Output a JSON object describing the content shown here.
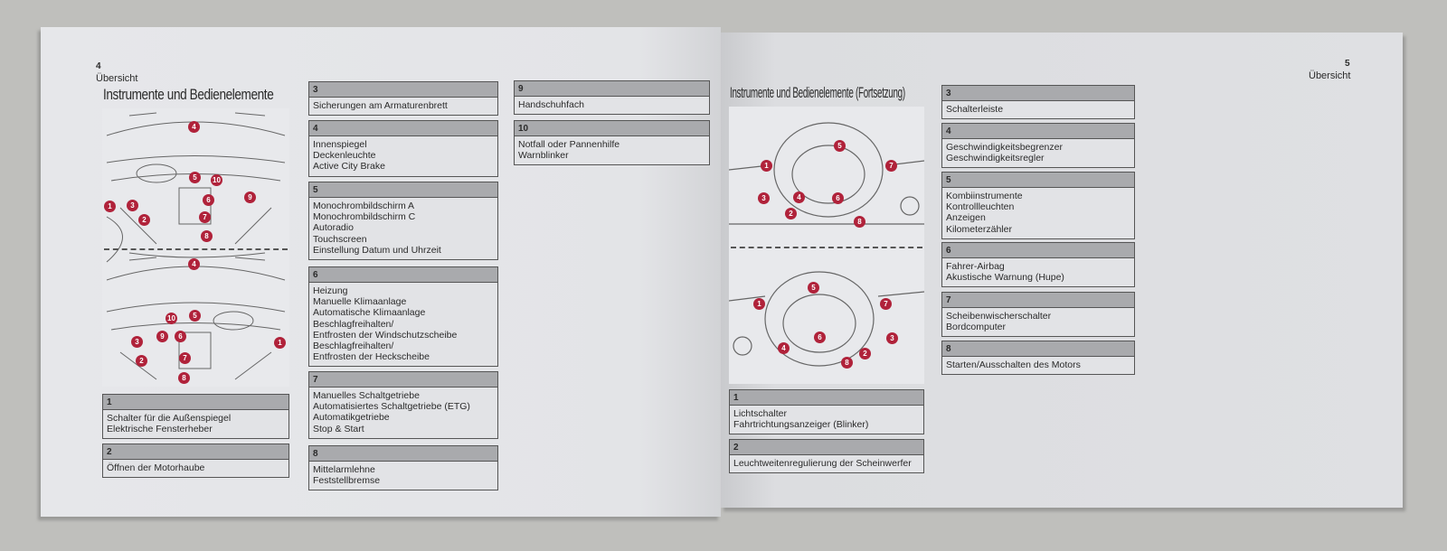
{
  "left_page": {
    "page_number": "4",
    "section": "Übersicht",
    "title": "Instrumente und Bedienelemente",
    "markers_top": [
      "4",
      "5",
      "10",
      "6",
      "9",
      "1",
      "3",
      "7",
      "2",
      "8"
    ],
    "markers_bottom": [
      "4",
      "5",
      "10",
      "9",
      "6",
      "3",
      "7",
      "2",
      "1",
      "8"
    ],
    "boxes": [
      {
        "num": "1",
        "lines": [
          "Schalter für die Außenspiegel",
          "Elektrische Fensterheber"
        ]
      },
      {
        "num": "2",
        "lines": [
          "Öffnen der Motorhaube"
        ]
      },
      {
        "num": "3",
        "lines": [
          "Sicherungen am Armaturenbrett"
        ]
      },
      {
        "num": "4",
        "lines": [
          "Innenspiegel",
          "Deckenleuchte",
          "Active City Brake"
        ]
      },
      {
        "num": "5",
        "lines": [
          "Monochrombildschirm A",
          "Monochrombildschirm C",
          "Autoradio",
          "Touchscreen",
          "Einstellung Datum und Uhrzeit"
        ]
      },
      {
        "num": "6",
        "lines": [
          "Heizung",
          "Manuelle Klimaanlage",
          "Automatische Klimaanlage",
          "Beschlagfreihalten/",
          "Entfrosten der Windschutzscheibe",
          "Beschlagfreihalten/",
          "Entfrosten der Heckscheibe"
        ]
      },
      {
        "num": "7",
        "lines": [
          "Manuelles Schaltgetriebe",
          "Automatisiertes Schaltgetriebe (ETG)",
          "Automatikgetriebe",
          "Stop & Start"
        ]
      },
      {
        "num": "8",
        "lines": [
          "Mittelarmlehne",
          "Feststellbremse"
        ]
      },
      {
        "num": "9",
        "lines": [
          "Handschuhfach"
        ]
      },
      {
        "num": "10",
        "lines": [
          "Notfall oder Pannenhilfe",
          "Warnblinker"
        ]
      }
    ]
  },
  "right_page": {
    "page_number": "5",
    "section": "Übersicht",
    "title": "Instrumente und Bedienelemente (Fortsetzung)",
    "markers_top": [
      "5",
      "1",
      "7",
      "3",
      "4",
      "6",
      "2",
      "8"
    ],
    "markers_bottom": [
      "5",
      "1",
      "7",
      "6",
      "3",
      "4",
      "2",
      "8"
    ],
    "boxes": [
      {
        "num": "1",
        "lines": [
          "Lichtschalter",
          "Fahrtrichtungsanzeiger (Blinker)"
        ]
      },
      {
        "num": "2",
        "lines": [
          "Leuchtweitenregulierung der Scheinwerfer"
        ]
      },
      {
        "num": "3",
        "lines": [
          "Schalterleiste"
        ]
      },
      {
        "num": "4",
        "lines": [
          "Geschwindigkeitsbegrenzer",
          "Geschwindigkeitsregler"
        ]
      },
      {
        "num": "5",
        "lines": [
          "Kombiinstrumente",
          "Kontrollleuchten",
          "Anzeigen",
          "Kilometerzähler"
        ]
      },
      {
        "num": "6",
        "lines": [
          "Fahrer-Airbag",
          "Akustische Warnung (Hupe)"
        ]
      },
      {
        "num": "7",
        "lines": [
          "Scheibenwischerschalter",
          "Bordcomputer"
        ]
      },
      {
        "num": "8",
        "lines": [
          "Starten/Ausschalten des Motors"
        ]
      }
    ]
  }
}
